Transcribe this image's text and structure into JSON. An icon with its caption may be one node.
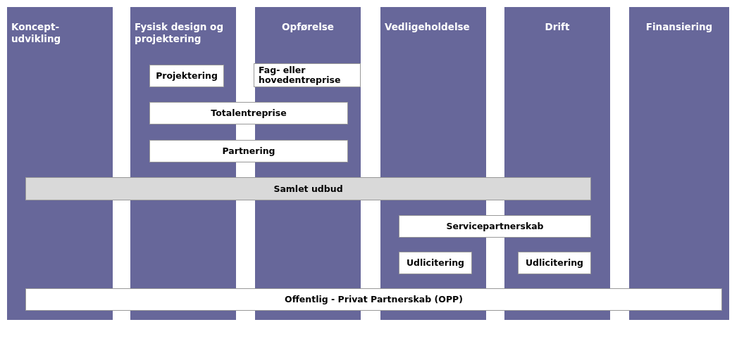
{
  "diagram": {
    "nodes": [
      {
        "text": [
          "Koncept-udvikling"
        ]
      },
      {
        "text": [
          "Fysisk design og projektering"
        ]
      },
      {
        "text": [
          "Opførelse"
        ]
      },
      {
        "text": [
          "Vedligeholdelse"
        ]
      },
      {
        "text": [
          "Drift"
        ]
      },
      {
        "text": [
          "Finansiering"
        ]
      },
      {
        "text": [
          "Projektering"
        ],
        "in": 1
      },
      {
        "text": [
          "Fag- eller hovedentreprise"
        ],
        "in": 2
      },
      {
        "text": [
          "Totalentreprise"
        ]
      },
      {
        "text": [
          "Partnering"
        ]
      },
      {
        "text": [
          "Samlet udbud"
        ]
      },
      {
        "text": [
          "Servicepartnerskab"
        ]
      },
      {
        "text": [
          "Udlicitering"
        ],
        "in": 3
      },
      {
        "text": [
          "Udlicitering"
        ],
        "in": 4
      },
      {
        "text": [
          "Offentlig - Privat Partnerskab (OPP)"
        ]
      }
    ]
  }
}
